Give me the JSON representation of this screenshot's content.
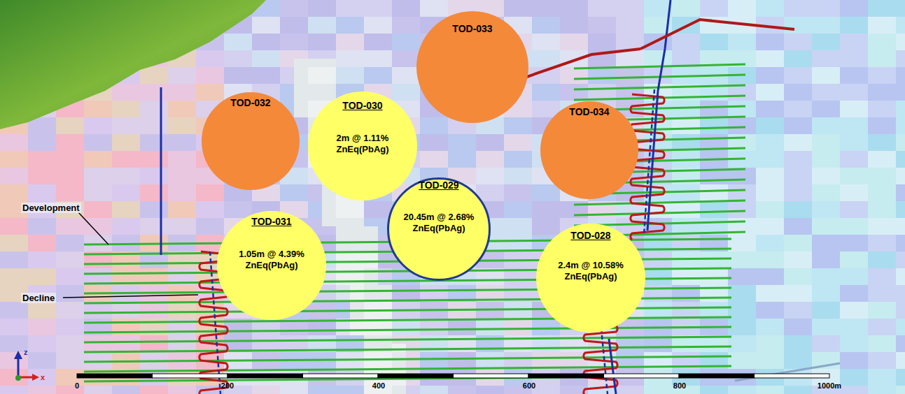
{
  "diagram": {
    "nodes": [
      {
        "text": [
          "TOD-032"
        ]
      },
      {
        "text": [
          "TOD-030",
          "2m @ 1.11% ZnEq(PbAg)"
        ]
      },
      {
        "text": [
          "TOD-033"
        ]
      },
      {
        "text": [
          "TOD-034"
        ]
      },
      {
        "text": [
          "TOD-029",
          "20.45m @ 2.68% ZnEq(PbAg)"
        ]
      },
      {
        "text": [
          "TOD-031",
          "1.05m @ 4.39% ZnEq(PbAg)"
        ]
      },
      {
        "text": [
          "TOD-028",
          "2.4m @ 10.58% ZnEq(PbAg)"
        ]
      }
    ],
    "labels": [
      "Development",
      "Decline",
      "0",
      "200",
      "400",
      "600",
      "800",
      "1000m",
      "z",
      "x"
    ]
  }
}
